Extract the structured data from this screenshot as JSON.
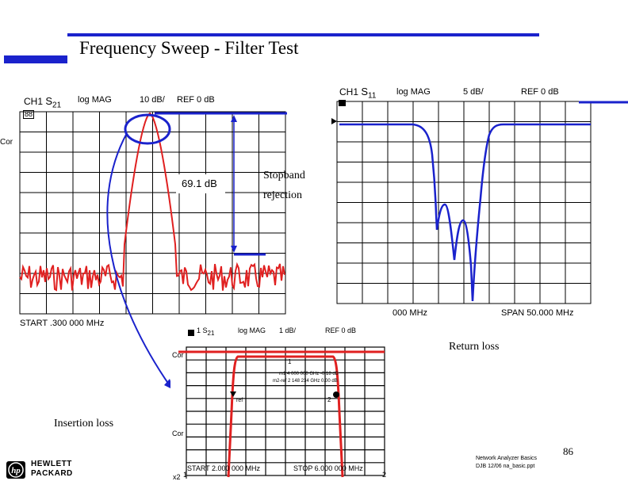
{
  "slide": {
    "title": "Frequency Sweep - Filter Test",
    "page_number": "86",
    "footer_line1": "Network Analyzer Basics",
    "footer_line2": "DJB  12/06  na_basic.ppt",
    "logo_line1": "HEWLETT",
    "logo_line2": "PACKARD"
  },
  "left_trace": {
    "channel": "CH1",
    "param_s": "S",
    "param_sub": "21",
    "format": "log MAG",
    "scale": "10 dB/",
    "ref": "REF  0 dB",
    "marker_box": "88",
    "cor": "Cor",
    "start": "START  .300 000 MHz",
    "measurement": "69.1 dB",
    "trace_color": "#e02020"
  },
  "right_trace": {
    "channel": "CH1",
    "param_s": "S",
    "param_sub": "11",
    "format": "log MAG",
    "scale": "5 dB/",
    "ref": "REF  0 dB",
    "center_partial": "000 MHz",
    "span": "SPAN   50.000 MHz",
    "trace_color": "#1a2fd0"
  },
  "bottom_trace": {
    "channel": "1",
    "param_s": "S",
    "param_sub": "21",
    "format": "log MAG",
    "scale": "1 dB/",
    "ref": "REF  0 dB",
    "cor_top": "Cor",
    "cor_bottom": "Cor",
    "marker_label": "1",
    "marker_readout_1": "m1     4 000 000 GHz  -0.18 dB",
    "marker_readout_2": "m2-ref  2 148 234 GHz   0.00 dB",
    "ref_label": "ref",
    "marker2_label": "2",
    "start": "START 2.000 000 MHz",
    "stop": "STOP 6.000 000 MHz",
    "x2": "x2",
    "axis_1": "1",
    "axis_2": "2"
  },
  "annotations": {
    "stopband_line1": "Stopband",
    "stopband_line2": "rejection",
    "return_loss": "Return loss",
    "insertion_loss": "Insertion loss"
  },
  "colors": {
    "accent_blue": "#1a22cc",
    "trace_red": "#e02020",
    "grid": "#000000"
  }
}
